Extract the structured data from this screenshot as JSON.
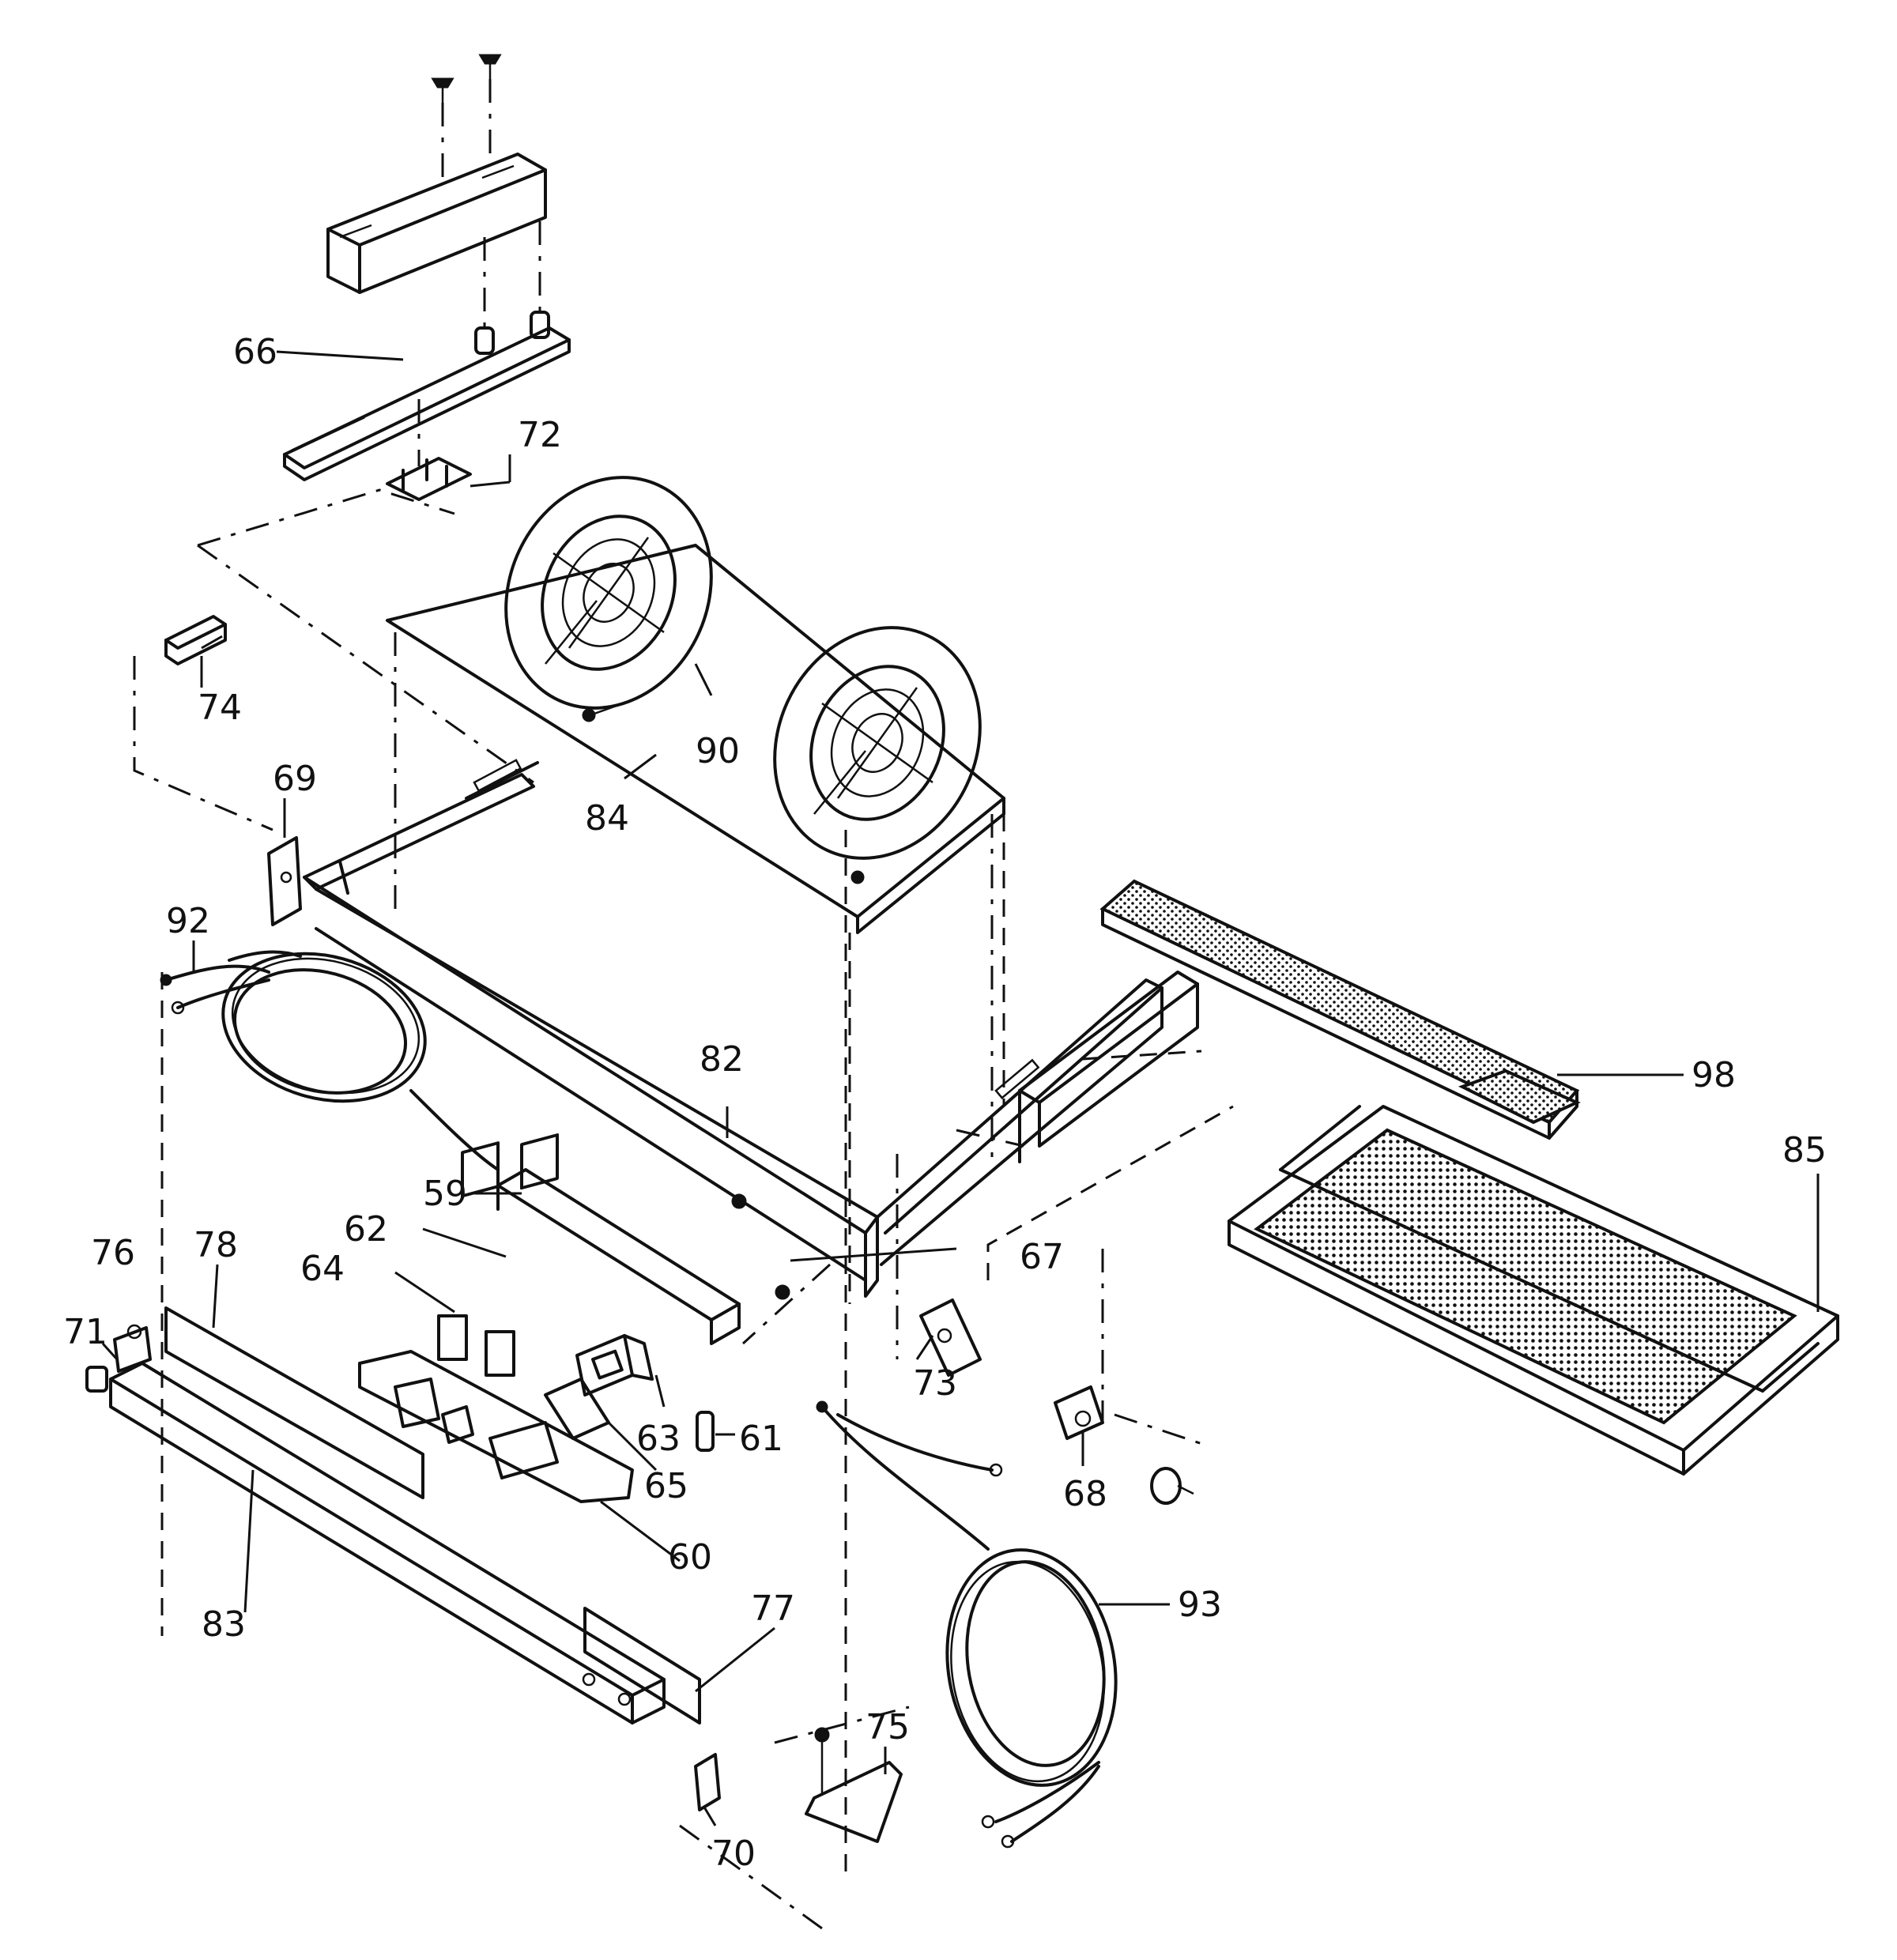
{
  "labels": {
    "p59": "59",
    "p60": "60",
    "p61": "61",
    "p62": "62",
    "p63": "63",
    "p64": "64",
    "p65": "65",
    "p66": "66",
    "p67": "67",
    "p68": "68",
    "p69": "69",
    "p70": "70",
    "p71": "71",
    "p72": "72",
    "p73": "73",
    "p74": "74",
    "p75": "75",
    "p76": "76",
    "p77": "77",
    "p78": "78",
    "p82": "82",
    "p83": "83",
    "p84": "84",
    "p85": "85",
    "p90": "90",
    "p92": "92",
    "p93": "93",
    "p98": "98"
  },
  "colors": {
    "ink": "#111111",
    "paper": "#ffffff"
  }
}
